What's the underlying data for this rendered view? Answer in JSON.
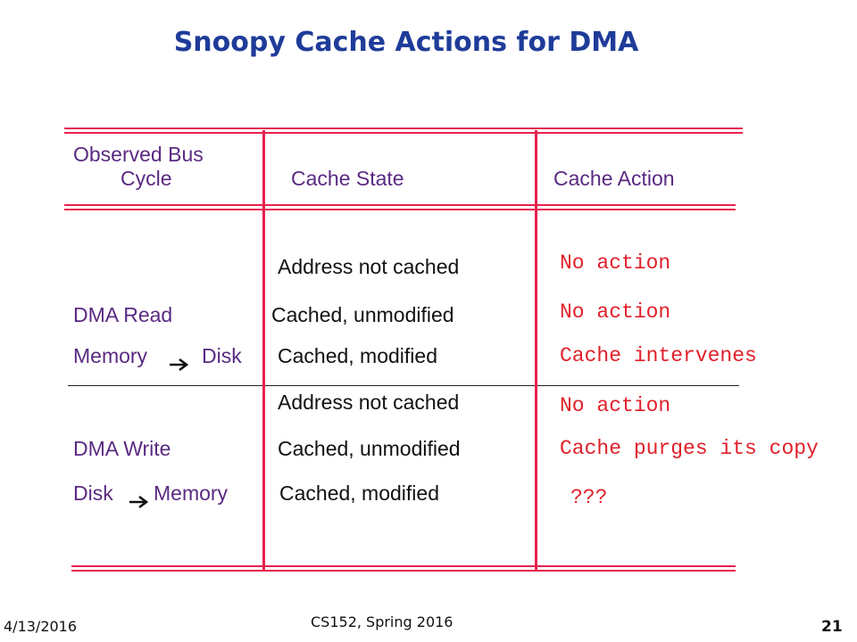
{
  "slide": {
    "title": "Snoopy Cache Actions for DMA"
  },
  "table": {
    "headers": {
      "bus_cycle_line1": "Observed Bus",
      "bus_cycle_line2": "Cycle",
      "cache_state": "Cache State",
      "cache_action": "Cache Action"
    },
    "read_section": {
      "label": "DMA Read",
      "direction_from": "Memory",
      "direction_to": "Disk",
      "rows": [
        {
          "state": "Address not cached",
          "action": "No action"
        },
        {
          "state": "Cached, unmodified",
          "action": "No action"
        },
        {
          "state": "Cached, modified",
          "action": "Cache intervenes"
        }
      ]
    },
    "write_section": {
      "label": "DMA Write",
      "direction_from": "Disk",
      "direction_to": "Memory",
      "rows": [
        {
          "state": "Address not cached",
          "action": "No action"
        },
        {
          "state": "Cached, unmodified",
          "action": "Cache purges its copy"
        },
        {
          "state": "Cached, modified",
          "action": "???"
        }
      ]
    }
  },
  "footer": {
    "date": "4/13/2016",
    "course": "CS152, Spring 2016",
    "page_number": "21"
  },
  "colors": {
    "title": "#1f3c99",
    "rules": "#e8214f",
    "label_text": "#5a2a82",
    "action_text": "#e0202a"
  },
  "icons": {
    "direction_arrow": "right-arrow-icon"
  }
}
